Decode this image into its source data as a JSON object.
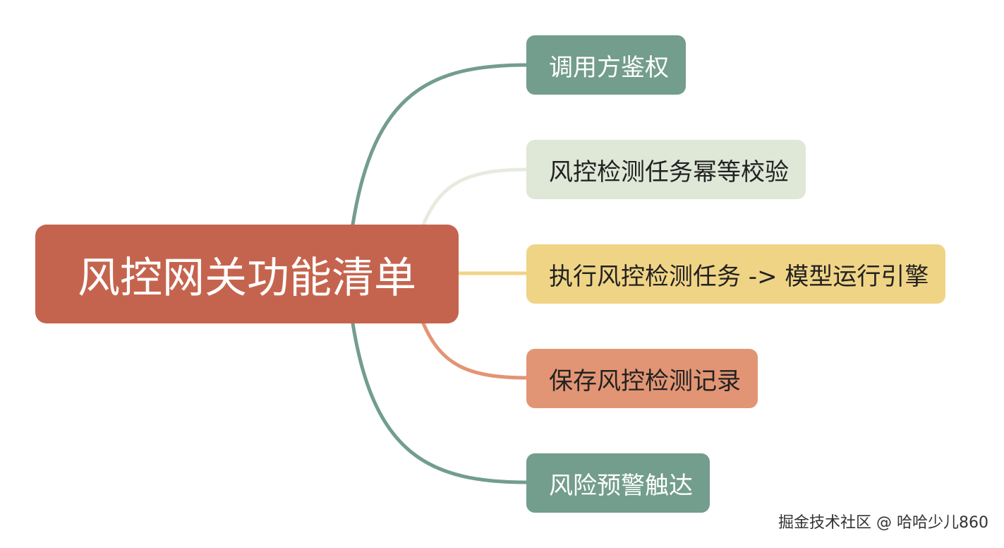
{
  "root": {
    "label": "风控网关功能清单",
    "color": "#c5644e",
    "text_color": "#ffffff"
  },
  "branches": [
    {
      "label": "调用方鉴权",
      "color": "#739d8c",
      "line_color": "#739d8c",
      "text_color": "#ffffff"
    },
    {
      "label": "风控检测任务幂等校验",
      "color": "#dfe7d7",
      "line_color": "#e7ebdf",
      "text_color": "#222222"
    },
    {
      "label": "执行风控检测任务 -> 模型运行引擎",
      "color": "#f0d486",
      "line_color": "#f0d486",
      "text_color": "#222222"
    },
    {
      "label": "保存风控检测记录",
      "color": "#e29574",
      "line_color": "#e29574",
      "text_color": "#222222"
    },
    {
      "label": "风险预警触达",
      "color": "#739d8c",
      "line_color": "#739d8c",
      "text_color": "#ffffff"
    }
  ],
  "watermark": "掘金技术社区 @ 哈哈少儿860"
}
